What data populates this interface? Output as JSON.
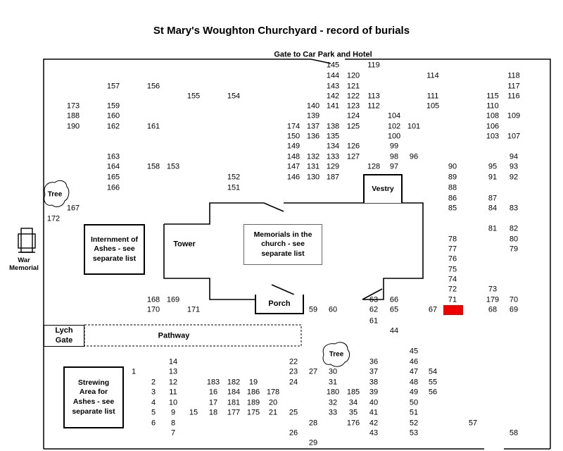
{
  "title": "St Mary's Woughton Churchyard - record of burials",
  "labels": {
    "gate": "Gate to Car Park and Hotel",
    "vestry": "Vestry",
    "tower": "Tower",
    "porch": "Porch",
    "memorials": "Memorials in the church - see separate list",
    "ashes": "Internment of Ashes - see separate list",
    "strewing": "Strewing Area for Ashes - see separate list",
    "lych": "Lych Gate",
    "pathway": "Pathway",
    "tree": "Tree",
    "war_memorial": "War Memorial"
  },
  "highlight_color": "#ee0000",
  "graves": [
    [
      "145",
      473,
      93
    ],
    [
      "119",
      531,
      93
    ],
    [
      "144",
      473,
      108
    ],
    [
      "120",
      502,
      108
    ],
    [
      "114",
      615,
      108
    ],
    [
      "118",
      730,
      108
    ],
    [
      "157",
      161,
      123
    ],
    [
      "156",
      218,
      123
    ],
    [
      "143",
      473,
      123
    ],
    [
      "121",
      502,
      123
    ],
    [
      "117",
      730,
      123
    ],
    [
      "155",
      275,
      137
    ],
    [
      "154",
      332,
      137
    ],
    [
      "142",
      473,
      137
    ],
    [
      "122",
      502,
      137
    ],
    [
      "113",
      531,
      137
    ],
    [
      "111",
      615,
      137
    ],
    [
      "115",
      700,
      137
    ],
    [
      "116",
      730,
      137
    ],
    [
      "173",
      104,
      151
    ],
    [
      "159",
      161,
      151
    ],
    [
      "140",
      445,
      151
    ],
    [
      "141",
      473,
      151
    ],
    [
      "123",
      502,
      151
    ],
    [
      "112",
      531,
      151
    ],
    [
      "105",
      615,
      151
    ],
    [
      "110",
      700,
      151
    ],
    [
      "188",
      104,
      165
    ],
    [
      "160",
      161,
      165
    ],
    [
      "139",
      445,
      165
    ],
    [
      "124",
      502,
      165
    ],
    [
      "104",
      560,
      165
    ],
    [
      "108",
      700,
      165
    ],
    [
      "109",
      730,
      165
    ],
    [
      "190",
      104,
      180
    ],
    [
      "162",
      161,
      180
    ],
    [
      "161",
      218,
      180
    ],
    [
      "174",
      417,
      180
    ],
    [
      "137",
      445,
      180
    ],
    [
      "138",
      473,
      180
    ],
    [
      "125",
      502,
      180
    ],
    [
      "102",
      560,
      180
    ],
    [
      "101",
      588,
      180
    ],
    [
      "106",
      700,
      180
    ],
    [
      "150",
      417,
      194
    ],
    [
      "136",
      445,
      194
    ],
    [
      "135",
      473,
      194
    ],
    [
      "100",
      560,
      194
    ],
    [
      "103",
      700,
      194
    ],
    [
      "107",
      730,
      194
    ],
    [
      "149",
      417,
      208
    ],
    [
      "134",
      473,
      208
    ],
    [
      "126",
      502,
      208
    ],
    [
      "99",
      560,
      208
    ],
    [
      "163",
      161,
      223
    ],
    [
      "148",
      417,
      223
    ],
    [
      "132",
      445,
      223
    ],
    [
      "133",
      473,
      223
    ],
    [
      "127",
      502,
      223
    ],
    [
      "98",
      560,
      223
    ],
    [
      "96",
      588,
      223
    ],
    [
      "94",
      730,
      223
    ],
    [
      "164",
      161,
      237
    ],
    [
      "158",
      218,
      237
    ],
    [
      "153",
      246,
      237
    ],
    [
      "147",
      417,
      237
    ],
    [
      "131",
      445,
      237
    ],
    [
      "129",
      473,
      237
    ],
    [
      "128",
      531,
      237
    ],
    [
      "97",
      560,
      237
    ],
    [
      "90",
      643,
      237
    ],
    [
      "95",
      700,
      237
    ],
    [
      "93",
      730,
      237
    ],
    [
      "165",
      161,
      252
    ],
    [
      "152",
      332,
      252
    ],
    [
      "146",
      417,
      252
    ],
    [
      "130",
      445,
      252
    ],
    [
      "187",
      473,
      252
    ],
    [
      "89",
      643,
      252
    ],
    [
      "91",
      700,
      252
    ],
    [
      "92",
      730,
      252
    ],
    [
      "166",
      161,
      267
    ],
    [
      "151",
      332,
      267
    ],
    [
      "88",
      643,
      267
    ],
    [
      "86",
      643,
      282
    ],
    [
      "87",
      700,
      282
    ],
    [
      "167",
      104,
      296
    ],
    [
      "85",
      643,
      296
    ],
    [
      "84",
      700,
      296
    ],
    [
      "83",
      730,
      296
    ],
    [
      "172",
      76,
      311
    ],
    [
      "81",
      700,
      325
    ],
    [
      "82",
      730,
      325
    ],
    [
      "78",
      643,
      340
    ],
    [
      "80",
      730,
      340
    ],
    [
      "77",
      643,
      354
    ],
    [
      "79",
      730,
      354
    ],
    [
      "76",
      643,
      368
    ],
    [
      "75",
      643,
      383
    ],
    [
      "74",
      643,
      397
    ],
    [
      "72",
      643,
      411
    ],
    [
      "73",
      700,
      411
    ],
    [
      "168",
      218,
      426
    ],
    [
      "169",
      246,
      426
    ],
    [
      "63",
      531,
      426
    ],
    [
      "66",
      560,
      426
    ],
    [
      "71",
      643,
      426
    ],
    [
      "179",
      700,
      426
    ],
    [
      "70",
      730,
      426
    ],
    [
      "170",
      218,
      440
    ],
    [
      "171",
      275,
      440
    ],
    [
      "59",
      445,
      440
    ],
    [
      "60",
      473,
      440
    ],
    [
      "62",
      531,
      440
    ],
    [
      "65",
      560,
      440
    ],
    [
      "67",
      615,
      440
    ],
    [
      "68",
      700,
      440
    ],
    [
      "69",
      730,
      440
    ],
    [
      "61",
      531,
      456
    ],
    [
      "44",
      560,
      470
    ],
    [
      "45",
      588,
      499
    ],
    [
      "14",
      246,
      514
    ],
    [
      "22",
      417,
      514
    ],
    [
      "36",
      531,
      514
    ],
    [
      "46",
      588,
      514
    ],
    [
      "1",
      190,
      528
    ],
    [
      "13",
      246,
      528
    ],
    [
      "23",
      417,
      528
    ],
    [
      "27",
      445,
      528
    ],
    [
      "30",
      473,
      528
    ],
    [
      "37",
      531,
      528
    ],
    [
      "47",
      588,
      528
    ],
    [
      "54",
      615,
      528
    ],
    [
      "2",
      218,
      543
    ],
    [
      "12",
      246,
      543
    ],
    [
      "183",
      303,
      543
    ],
    [
      "182",
      332,
      543
    ],
    [
      "19",
      360,
      543
    ],
    [
      "24",
      417,
      543
    ],
    [
      "31",
      473,
      543
    ],
    [
      "38",
      531,
      543
    ],
    [
      "48",
      588,
      543
    ],
    [
      "55",
      615,
      543
    ],
    [
      "3",
      218,
      557
    ],
    [
      "11",
      246,
      557
    ],
    [
      "16",
      303,
      557
    ],
    [
      "184",
      332,
      557
    ],
    [
      "186",
      360,
      557
    ],
    [
      "178",
      388,
      557
    ],
    [
      "180",
      473,
      557
    ],
    [
      "185",
      502,
      557
    ],
    [
      "39",
      531,
      557
    ],
    [
      "49",
      588,
      557
    ],
    [
      "56",
      615,
      557
    ],
    [
      "4",
      218,
      572
    ],
    [
      "10",
      246,
      572
    ],
    [
      "17",
      303,
      572
    ],
    [
      "181",
      332,
      572
    ],
    [
      "189",
      360,
      572
    ],
    [
      "20",
      388,
      572
    ],
    [
      "32",
      473,
      572
    ],
    [
      "34",
      502,
      572
    ],
    [
      "40",
      531,
      572
    ],
    [
      "50",
      588,
      572
    ],
    [
      "5",
      218,
      586
    ],
    [
      "9",
      246,
      586
    ],
    [
      "15",
      275,
      586
    ],
    [
      "18",
      303,
      586
    ],
    [
      "177",
      332,
      586
    ],
    [
      "175",
      360,
      586
    ],
    [
      "21",
      388,
      586
    ],
    [
      "25",
      417,
      586
    ],
    [
      "33",
      473,
      586
    ],
    [
      "35",
      502,
      586
    ],
    [
      "41",
      531,
      586
    ],
    [
      "51",
      588,
      586
    ],
    [
      "6",
      218,
      601
    ],
    [
      "8",
      246,
      601
    ],
    [
      "28",
      445,
      601
    ],
    [
      "176",
      502,
      601
    ],
    [
      "42",
      531,
      601
    ],
    [
      "52",
      588,
      601
    ],
    [
      "57",
      672,
      601
    ],
    [
      "7",
      246,
      615
    ],
    [
      "26",
      417,
      615
    ],
    [
      "43",
      531,
      615
    ],
    [
      "53",
      588,
      615
    ],
    [
      "58",
      730,
      615
    ],
    [
      "29",
      445,
      629
    ]
  ]
}
